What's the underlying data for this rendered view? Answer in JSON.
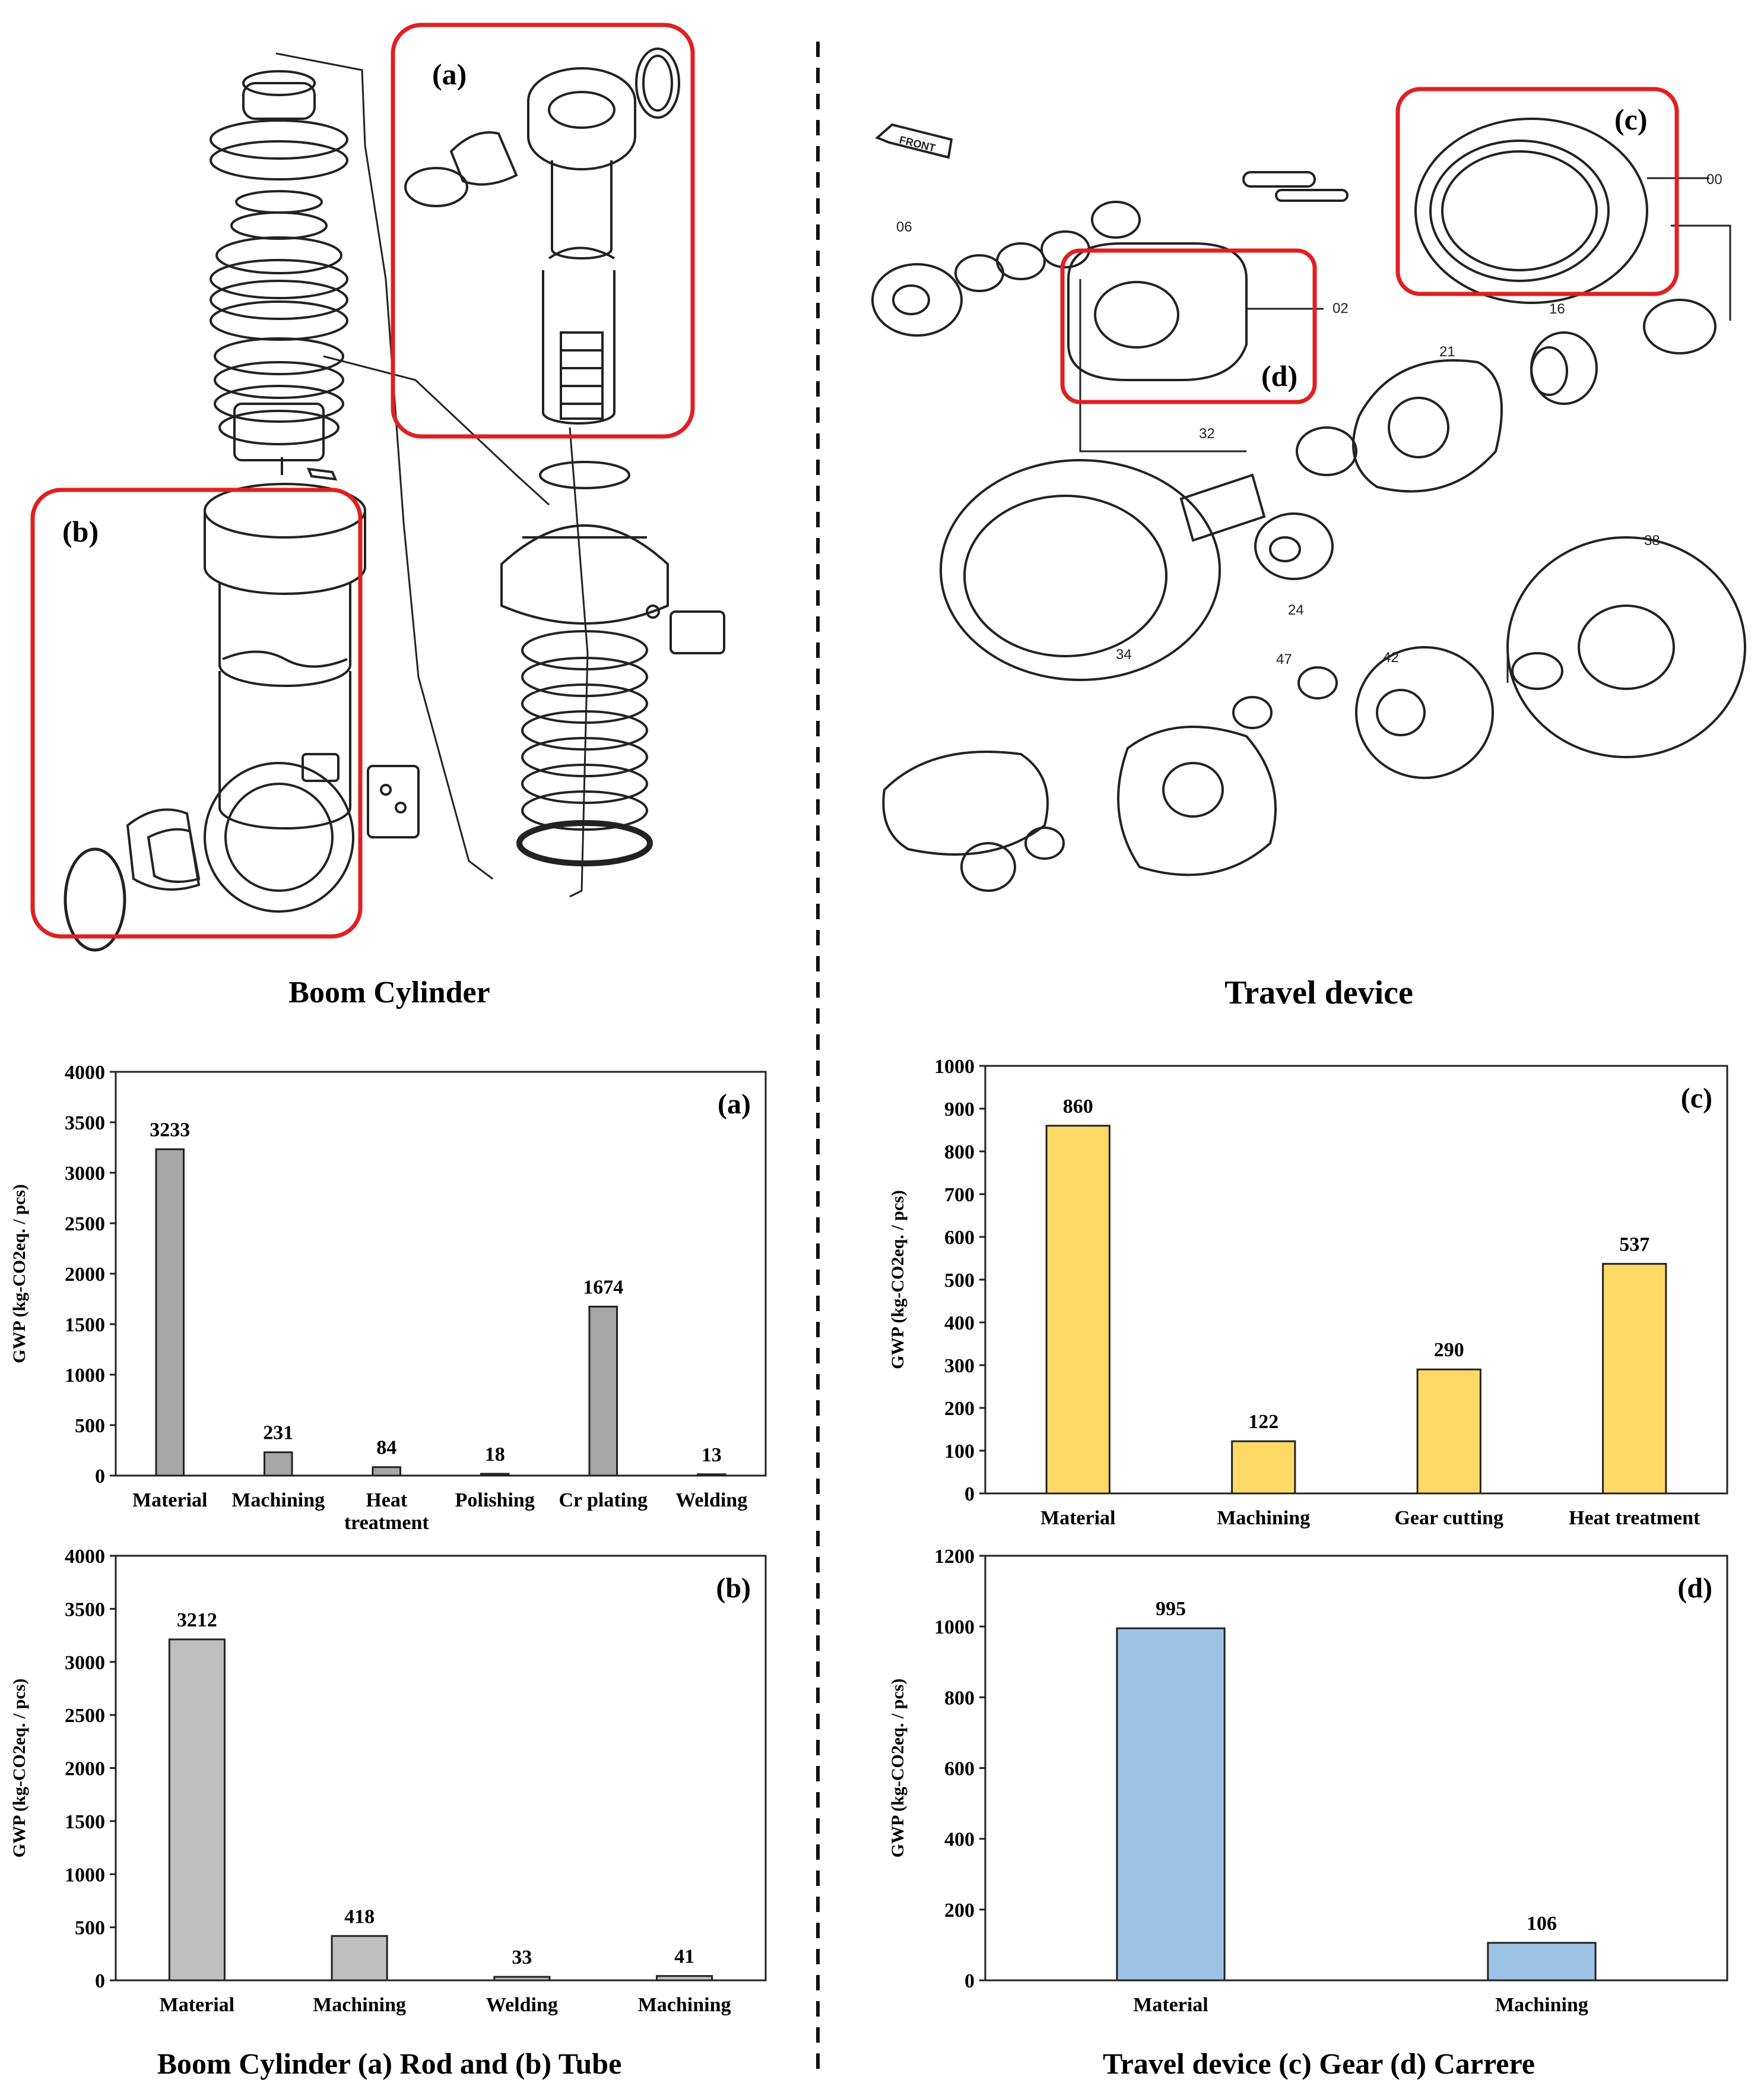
{
  "drawings": {
    "boom": {
      "caption": "Boom Cylinder",
      "box_labels": [
        "(a)",
        "(b)"
      ]
    },
    "travel": {
      "caption": "Travel device",
      "front_tag": "FRONT",
      "box_labels": [
        "(c)",
        "(d)"
      ],
      "part_numbers": [
        "06",
        "00",
        "02",
        "16",
        "21",
        "32",
        "38",
        "24",
        "34",
        "42",
        "47"
      ]
    }
  },
  "bottom_captions": {
    "left": "Boom Cylinder (a) Rod and (b) Tube",
    "right": "Travel device (c) Gear (d) Carrere"
  },
  "colors": {
    "red_box": "#e02020",
    "bar_a": "#a6a6a6",
    "bar_b": "#bfbfbf",
    "bar_c": "#ffd966",
    "bar_d": "#9dc3e6"
  },
  "chart_data": [
    {
      "type": "bar",
      "panel": "(a)",
      "categories": [
        "Material",
        "Machining",
        "Heat treatment",
        "Polishing",
        "Cr plating",
        "Welding"
      ],
      "category_lines": [
        [
          "Material"
        ],
        [
          "Machining"
        ],
        [
          "Heat",
          "treatment"
        ],
        [
          "Polishing"
        ],
        [
          "Cr plating"
        ],
        [
          "Welding"
        ]
      ],
      "values": [
        3233,
        231,
        84,
        18,
        1674,
        13
      ],
      "ylabel": "GWP (kg-CO2eq. / pcs)",
      "ylim": [
        0,
        4000
      ],
      "yticks": [
        0,
        500,
        1000,
        1500,
        2000,
        2500,
        3000,
        3500,
        4000
      ],
      "color": "#a6a6a6",
      "grid": false
    },
    {
      "type": "bar",
      "panel": "(b)",
      "categories": [
        "Material",
        "Machining",
        "Welding",
        "Machining"
      ],
      "category_lines": [
        [
          "Material"
        ],
        [
          "Machining"
        ],
        [
          "Welding"
        ],
        [
          "Machining"
        ]
      ],
      "values": [
        3212,
        418,
        33,
        41
      ],
      "ylabel": "GWP (kg-CO2eq. / pcs)",
      "ylim": [
        0,
        4000
      ],
      "yticks": [
        0,
        500,
        1000,
        1500,
        2000,
        2500,
        3000,
        3500,
        4000
      ],
      "color": "#bfbfbf",
      "grid": false
    },
    {
      "type": "bar",
      "panel": "(c)",
      "categories": [
        "Material",
        "Machining",
        "Gear cutting",
        "Heat treatment"
      ],
      "category_lines": [
        [
          "Material"
        ],
        [
          "Machining"
        ],
        [
          "Gear cutting"
        ],
        [
          "Heat treatment"
        ]
      ],
      "values": [
        860,
        122,
        290,
        537
      ],
      "ylabel": "GWP (kg-CO2eq. / pcs)",
      "ylim": [
        0,
        1000
      ],
      "yticks": [
        0,
        100,
        200,
        300,
        400,
        500,
        600,
        700,
        800,
        900,
        1000
      ],
      "color": "#ffd966",
      "grid": false
    },
    {
      "type": "bar",
      "panel": "(d)",
      "categories": [
        "Material",
        "Machining"
      ],
      "category_lines": [
        [
          "Material"
        ],
        [
          "Machining"
        ]
      ],
      "values": [
        995,
        106
      ],
      "ylabel": "GWP (kg-CO2eq. / pcs)",
      "ylim": [
        0,
        1200
      ],
      "yticks": [
        0,
        200,
        400,
        600,
        800,
        1000,
        1200
      ],
      "color": "#9dc3e6",
      "grid": false
    }
  ]
}
